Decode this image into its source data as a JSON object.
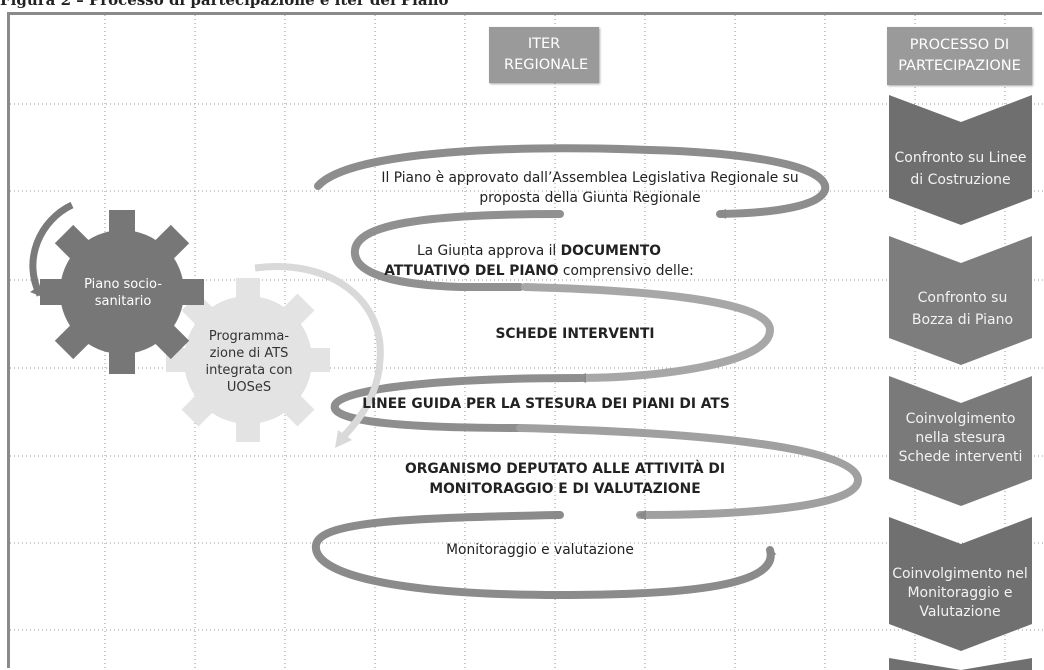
{
  "caption": "Figura 2 – Processo di partecipazione e iter dei Piano",
  "headers": {
    "iter": "ITER REGIONALE",
    "processo": "PROCESSO DI PARTECIPAZIONE"
  },
  "gears": {
    "piano": "Piano socio-sanitario",
    "programmazione": "Programma-zione di ATS integrata con UOSeS"
  },
  "steps": {
    "step1": "Il Piano è approvato dall’Assemblea Legislativa Regionale su proposta della Giunta Regionale",
    "step2_prefix": "La Giunta approva il",
    "step2_bold": "DOCUMENTO ATTUATIVO DEL PIANO",
    "step2_suffix": "comprensivo delle:",
    "schede": "SCHEDE INTERVENTI",
    "linee": "LINEE GUIDA PER LA STESURA DEI PIANI DI ATS",
    "organismo": "ORGANISMO DEPUTATO ALLE ATTIVITÀ DI MONITORAGGIO E DI VALUTAZIONE",
    "monitoraggio": "Monitoraggio e valutazione"
  },
  "participation": [
    "Confronto su Linee di Costruzione",
    "Confronto su Bozza di Piano",
    "Coinvolgimento nella stesura Schede interventi",
    "Coinvolgimento nel Monitoraggio e Valutazione"
  ],
  "colors": {
    "header_bg": "#9a9a9a",
    "chevron_dark": "#6f6f6f",
    "chevron_mid": "#8c8c8c",
    "gear_dark": "#777777",
    "gear_light": "#e3e3e3"
  }
}
